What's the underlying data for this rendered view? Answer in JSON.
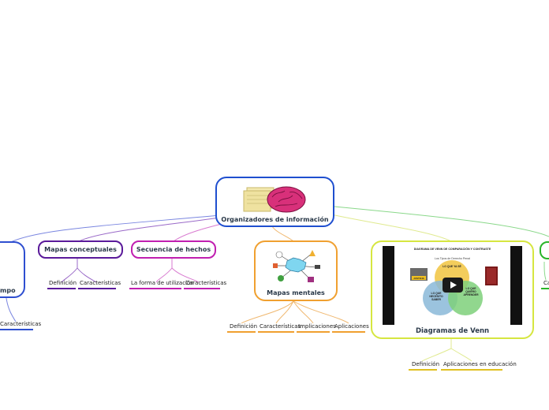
{
  "central": {
    "title": "Organizadores de información",
    "border": "#1f4fcf"
  },
  "branches": {
    "left_partial": {
      "title_fragment": "mpo",
      "border": "#2e4fd0",
      "leaf": "Características"
    },
    "mapas_conceptuales": {
      "title": "Mapas conceptuales",
      "border": "#5a1a9a",
      "leaves": [
        "Definición",
        "Características"
      ]
    },
    "secuencia_hechos": {
      "title": "Secuencia de hechos",
      "border": "#c01fb0",
      "leaves": [
        "La forma de utilización",
        "Características"
      ]
    },
    "mapas_mentales": {
      "title": "Mapas mentales",
      "border": "#f0a030",
      "leaves": [
        "Definición",
        "Características",
        "Implicaciones",
        "Aplicaciones"
      ]
    },
    "diagramas_venn": {
      "title": "Diagramas de Venn",
      "border": "#d6e640",
      "leaves": [
        "Definición",
        "Aplicaciones en educación"
      ],
      "thumb": {
        "heading": "DIAGRAMA DE VENN DE COMPARACIÓN Y CONTRASTE",
        "subtitle": "Los Tipos de Derecho Penal",
        "circle_a": "LO QUE YA SÉ",
        "circle_b": "LO QUE NECESITO SABER",
        "circle_c": "LO QUE QUIERO APRENDER",
        "badge": "JUSTICIA"
      }
    },
    "right_partial": {
      "border": "#2ab52a",
      "leaf_fragment": "Ca"
    }
  },
  "colors": {
    "purple": "#5a1a9a",
    "magenta": "#c01fb0",
    "orange": "#f0a030",
    "yellow": "#d6e640",
    "green": "#2ab52a",
    "blue": "#2e4fd0",
    "venn_leaf": "#e0c020"
  }
}
